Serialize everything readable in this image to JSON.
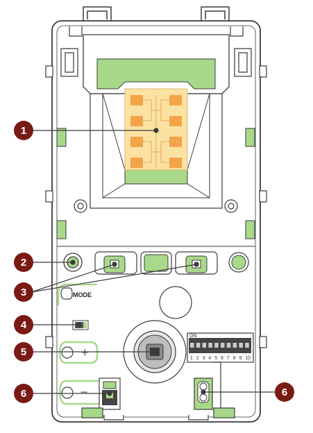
{
  "colors": {
    "outline": "#3a3a3a",
    "green": "#a8d98a",
    "green_dark": "#6cb84a",
    "antenna_bg": "#fbe2a3",
    "antenna_pad": "#f3a449",
    "callout": "#7a1a14",
    "dip_body": "#444444"
  },
  "callouts": [
    {
      "id": "1",
      "label": "1"
    },
    {
      "id": "2",
      "label": "2"
    },
    {
      "id": "3",
      "label": "3"
    },
    {
      "id": "4",
      "label": "4"
    },
    {
      "id": "5",
      "label": "5"
    },
    {
      "id": "6a",
      "label": "6"
    },
    {
      "id": "6b",
      "label": "6"
    }
  ],
  "mode_label": "MODE",
  "dip_switch": {
    "header": "ON",
    "numbers": [
      "1",
      "2",
      "3",
      "4",
      "5",
      "6",
      "7",
      "8",
      "9",
      "10"
    ]
  },
  "plus_symbol": "+",
  "minus_symbol": "−"
}
